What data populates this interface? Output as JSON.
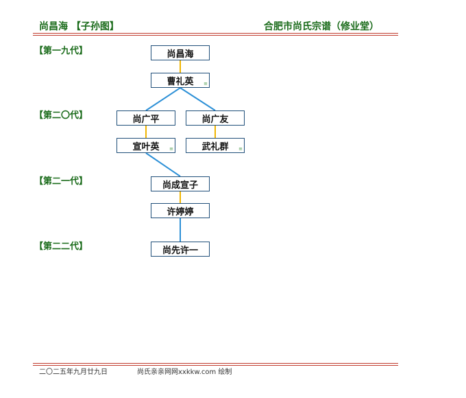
{
  "header": {
    "left_title": "尚昌海 【子孙图】",
    "right_title": "合肥市尚氏宗谱（修业堂）"
  },
  "colors": {
    "accent_green": "#1a6b1a",
    "rule_red": "#c0392b",
    "box_border": "#1f4e79",
    "parent_child_line": "#2b8fd6",
    "spouse_line": "#f0b400"
  },
  "generations": [
    {
      "label": "【第一九代】"
    },
    {
      "label": "【第二〇代】"
    },
    {
      "label": "【第二一代】"
    },
    {
      "label": "【第二二代】"
    }
  ],
  "people": {
    "p_changhai": {
      "name": "尚昌海"
    },
    "p_caoliying": {
      "name": "曹礼英"
    },
    "p_guangping": {
      "name": "尚广平"
    },
    "p_guangyou": {
      "name": "尚广友"
    },
    "p_xuanyeying": {
      "name": "宣叶英"
    },
    "p_wuliqun": {
      "name": "武礼群"
    },
    "p_chengxuanzi": {
      "name": "尚成宣子"
    },
    "p_xutingting": {
      "name": "许婷婷"
    },
    "p_xianxuyi": {
      "name": "尚先许一"
    }
  },
  "spouse_marker": "≡",
  "footer": {
    "date": "二〇二五年九月廿九日",
    "site": "尚氏亲亲网网xxkkw.com 绘制"
  }
}
